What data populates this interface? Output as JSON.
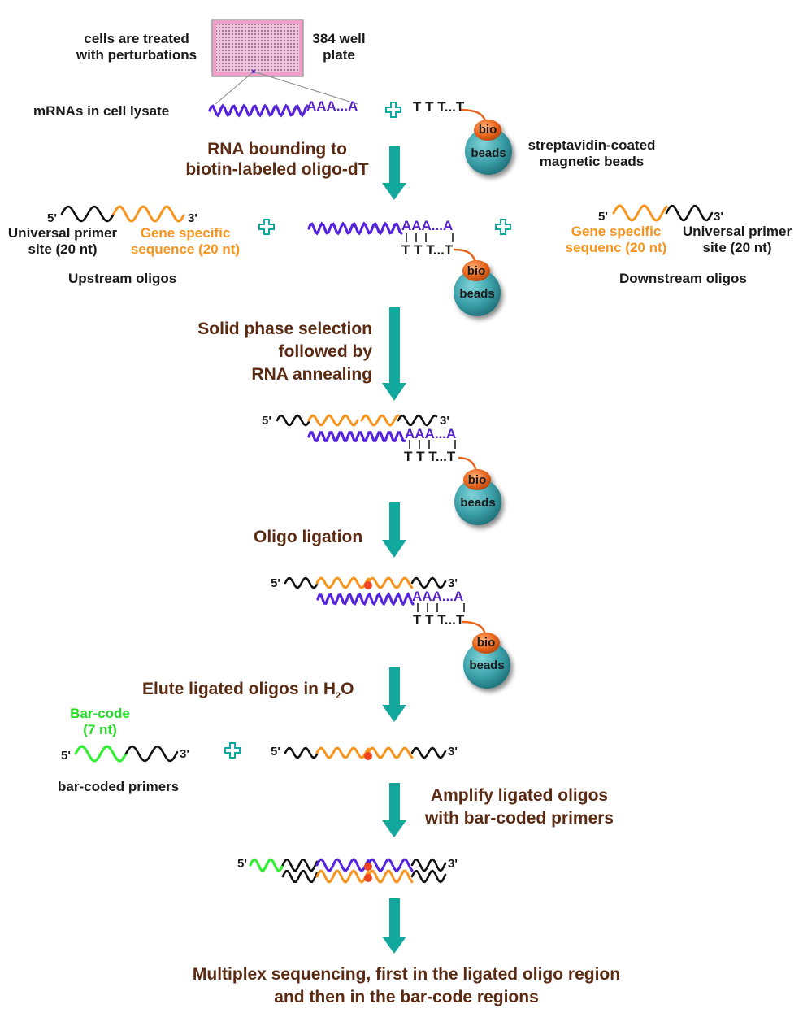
{
  "top": {
    "cells_label": [
      "cells  are treated",
      "with perturbations"
    ],
    "plate_label": [
      "384 well",
      "plate"
    ],
    "mrna_label": "mRNAs in cell lysate",
    "polyA": "AAA...A",
    "polyT": "T T T...T",
    "bead_labels": {
      "bio": "bio",
      "beads": "beads"
    },
    "beads_desc": [
      "streptavidin-coated",
      "magnetic beads"
    ]
  },
  "steps": {
    "step1": [
      "RNA bounding to",
      "biotin-labeled oligo-dT"
    ],
    "step2": [
      "Solid phase selection",
      "followed by",
      "RNA annealing"
    ],
    "step3": "Oligo ligation",
    "step4": {
      "pre": "Elute ligated oligos in H",
      "sub": "2",
      "post": "O"
    },
    "step5": [
      "Amplify ligated oligos",
      "with bar-coded primers"
    ],
    "final": [
      "Multiplex sequencing, first in the ligated oligo region",
      "and then in the bar-code regions"
    ]
  },
  "upstream": {
    "five": "5'",
    "three": "3'",
    "universal": [
      "Universal primer",
      "site (20 nt)"
    ],
    "gene": [
      "Gene specific",
      "sequence (20 nt)"
    ],
    "title": "Upstream oligos"
  },
  "downstream": {
    "five": "5'",
    "three": "3'",
    "gene": [
      "Gene specific",
      "sequenc (20 nt)"
    ],
    "universal": [
      "Universal primer",
      "site (20 nt)"
    ],
    "title": "Downstream oligos"
  },
  "annealed": {
    "five": "5'",
    "three": "3'",
    "polyA": "AAA...A",
    "polyT": "T T T...T"
  },
  "ligated": {
    "five": "5'",
    "three": "3'",
    "polyA": "AAA...A",
    "polyT": "T T T...T"
  },
  "eluted": {
    "barcode": [
      "Bar-code",
      "(7 nt)"
    ],
    "primer_five": "5'",
    "primer_three": "3'",
    "primers_label": "bar-coded primers",
    "product_five": "5'",
    "product_three": "3'"
  },
  "amplified": {
    "five": "5'",
    "three": "3'"
  },
  "colors": {
    "arrow": "#13a89e",
    "plus": "#13a89e",
    "mrna": "#5522dd",
    "gene": "#f7941d",
    "universal": "#111111",
    "barcode": "#33ee33",
    "ligation_dot": "#ee4422",
    "bead": "#3a9fa8",
    "bio": "#e8641a",
    "step_text": "#5a2a12"
  },
  "icons": [
    "plus-icon",
    "down-arrow-icon",
    "bead-icon",
    "well-plate-icon"
  ]
}
